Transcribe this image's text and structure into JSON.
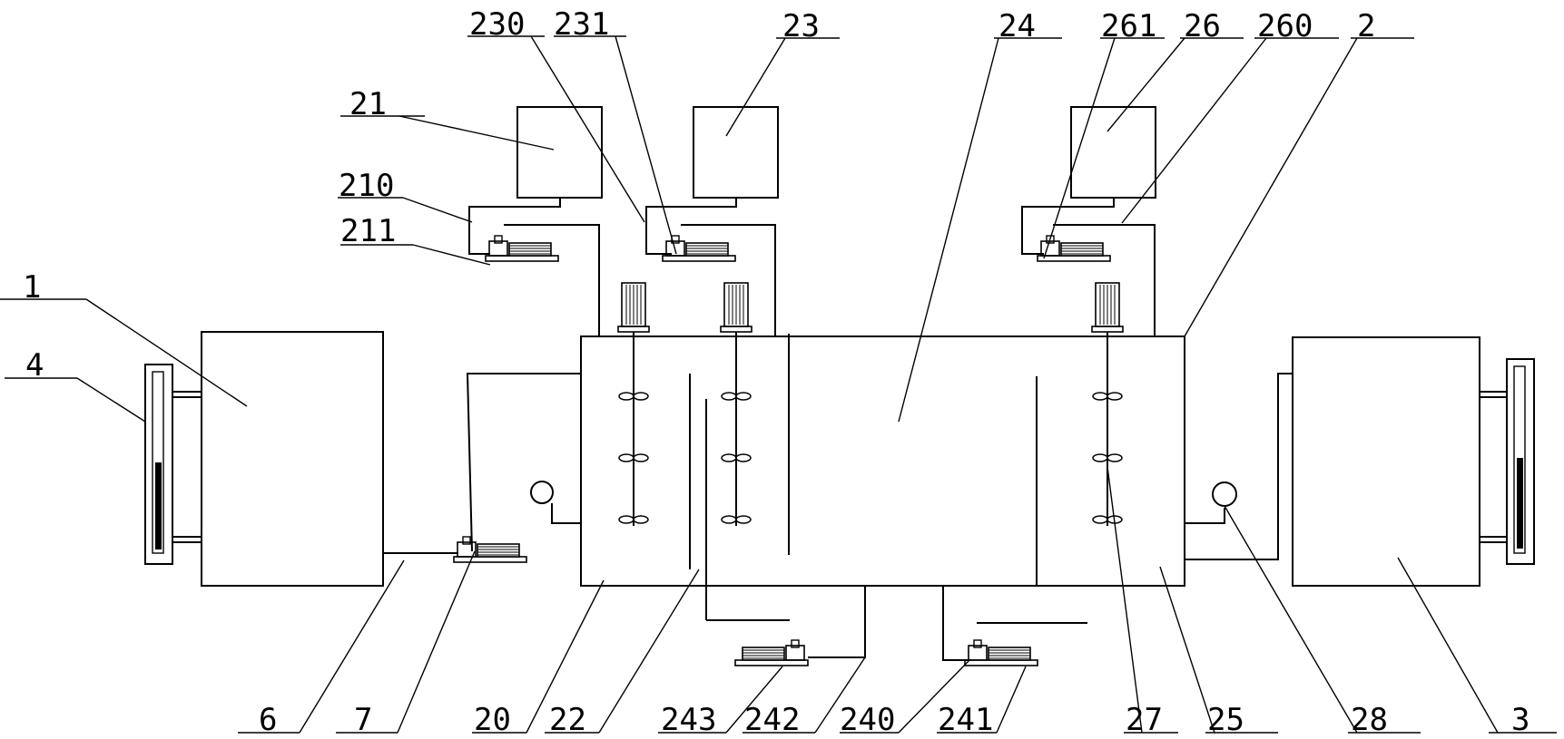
{
  "labels": {
    "l1": "1",
    "l2": "2",
    "l3": "3",
    "l4": "4",
    "l6": "6",
    "l7": "7",
    "l20": "20",
    "l21": "21",
    "l22": "22",
    "l23": "23",
    "l24": "24",
    "l25": "25",
    "l26": "26",
    "l27": "27",
    "l28": "28",
    "l210": "210",
    "l211": "211",
    "l230": "230",
    "l231": "231",
    "l240": "240",
    "l241": "241",
    "l242": "242",
    "l243": "243",
    "l260": "260",
    "l261": "261"
  }
}
